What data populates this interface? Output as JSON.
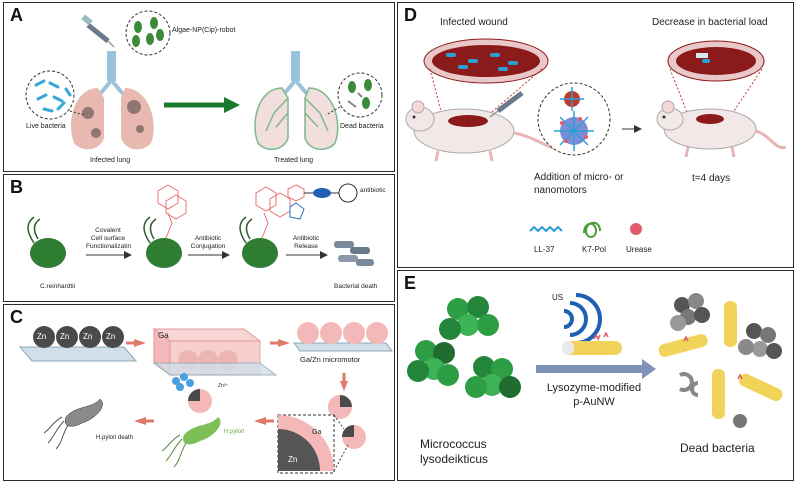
{
  "panel_a": {
    "label": "A",
    "robot_label": "Algae-NP(Cip)-robot",
    "live_label": "Live bacteria",
    "infected_label": "Infected lung",
    "treated_label": "Treated lung",
    "dead_label": "Dead bacteria"
  },
  "panel_b": {
    "label": "B",
    "step1": [
      "Covalent",
      "Cell surface",
      "Functionalizatin"
    ],
    "step2": [
      "Antibiotic",
      "Conjugation"
    ],
    "step3": [
      "Antibiotic",
      "Release"
    ],
    "antibiotic_label": "antibiotic",
    "organism_label": "C.reinhardtii",
    "death_label": "Bacterial death"
  },
  "panel_c": {
    "label": "C",
    "zn_labels": [
      "Zn",
      "Zn",
      "Zn",
      "Zn"
    ],
    "ga_label": "Ga",
    "motor_label": "Ga/Zn micromotor",
    "zoom_ga": "Ga",
    "zoom_zn": "Zn",
    "ion_label": "Zn²⁺",
    "hpylori_label": "H.pylori",
    "death_label": "H.pylori death"
  },
  "panel_d": {
    "label": "D",
    "infected_title": "Infected wound",
    "decrease_title": "Decrease in bacterial load",
    "addition_lines": [
      "Addition of micro- or",
      "nanomotors"
    ],
    "time_label": "t=4 days",
    "legend": [
      "LL-37",
      "K7-Pol",
      "Urease"
    ]
  },
  "panel_e": {
    "label": "E",
    "us_label": "US",
    "agent_lines": [
      "Lysozyme-modified",
      "p-AuNW"
    ],
    "source_lines": [
      "Micrococcus",
      "lysodeikticus"
    ],
    "dead_label": "Dead bacteria"
  },
  "colors": {
    "algae": "#2e7d32",
    "lung_pink": "#e8b9b0",
    "lung_green": "#7cb889",
    "arrow_green": "#1b7a2c",
    "wound": "#8b1a1a",
    "gold": "#f2d35a",
    "sound_blue": "#1f5fb4",
    "micrococcus": "#2e9e44",
    "ga_pink": "#f4b8b8"
  }
}
